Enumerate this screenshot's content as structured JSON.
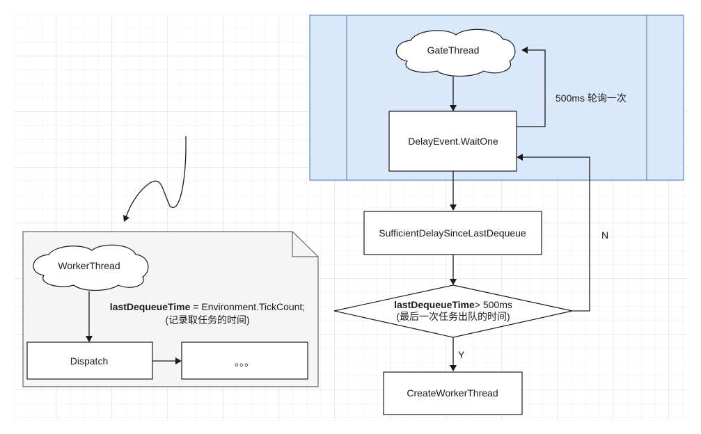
{
  "colors": {
    "grid": "#e6e6e6",
    "grid_major": "#d4d4d4",
    "swimlane_fill": "#dae8fc",
    "swimlane_stroke": "#6c8ebf",
    "note_fill": "#f5f5f5",
    "note_stroke": "#666666",
    "shape_stroke": "#1a1a1a"
  },
  "gate": {
    "cloud_label": "GateThread",
    "wait_label": "DelayEvent.WaitOne",
    "poll_label": "500ms 轮询一次",
    "check_label": "SufficientDelaySinceLastDequeue",
    "decision_bold": "lastDequeueTime",
    "decision_rest": "> 500ms",
    "decision_line2": "(最后一次任务出队的时间)",
    "no_label": "N",
    "yes_label": "Y",
    "create_label": "CreateWorkerThread"
  },
  "worker": {
    "cloud_label": "WorkerThread",
    "assign_bold": "lastDequeueTime",
    "assign_rest": " = Environment.TickCount;",
    "assign_line2": "(记录取任务的时间)",
    "dispatch_label": "Dispatch",
    "ellipsis_label": "。。。"
  }
}
